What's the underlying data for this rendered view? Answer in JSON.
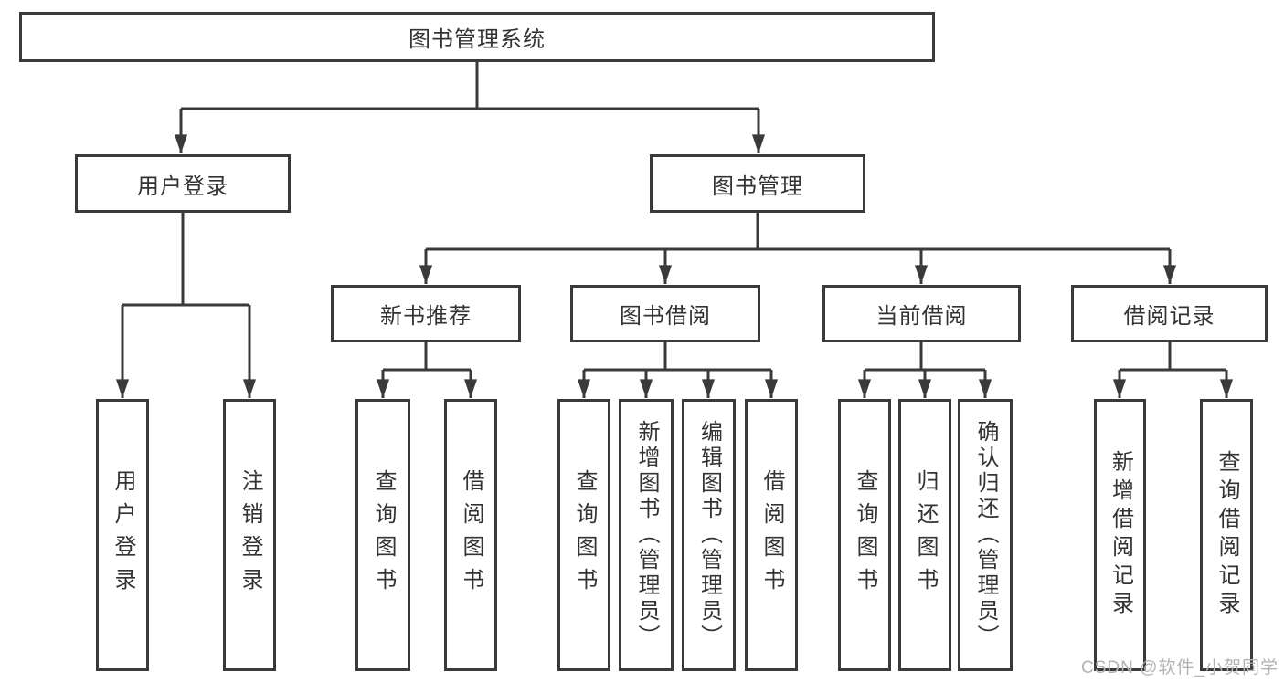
{
  "diagram": {
    "root": {
      "label": "图书管理系统"
    },
    "level1": [
      {
        "label": "用户登录"
      },
      {
        "label": "图书管理"
      }
    ],
    "level2": [
      {
        "label": "新书推荐"
      },
      {
        "label": "图书借阅"
      },
      {
        "label": "当前借阅"
      },
      {
        "label": "借阅记录"
      }
    ],
    "leaves": {
      "user_login": [
        "用户登录",
        "注销登录"
      ],
      "new_book": [
        "查询图书",
        "借阅图书"
      ],
      "borrow": [
        "查询图书",
        "新增图书（管理员）",
        "编辑图书（管理员）",
        "借阅图书"
      ],
      "current": [
        "查询图书",
        "归还图书",
        "确认归还（管理员）"
      ],
      "records": [
        "新增借阅记录",
        "查询借阅记录"
      ]
    }
  },
  "watermark": "CSDN @软件_小贺同学",
  "colors": {
    "line": "#3a3a3a",
    "text": "#333333",
    "watermark": "#b3b3b3",
    "background": "#ffffff"
  }
}
